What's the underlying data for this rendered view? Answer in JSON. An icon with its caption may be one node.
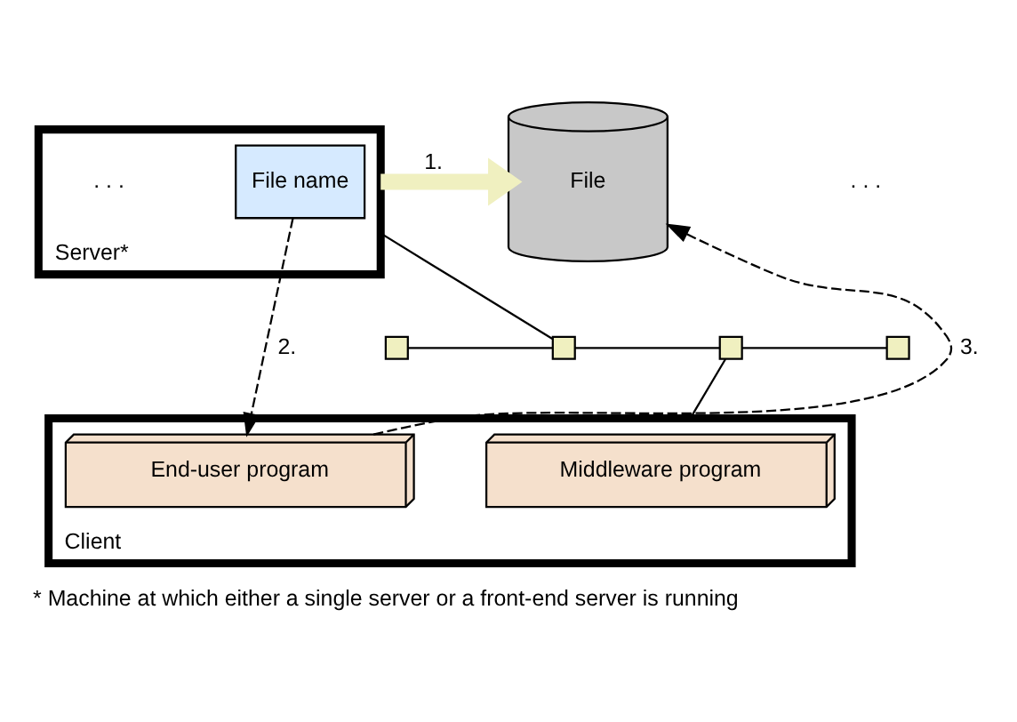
{
  "diagram": {
    "caption": "* Machine at which either a single server or a front-end server is running",
    "nodes": [
      {
        "text": [
          "Server*"
        ]
      },
      {
        "text": [
          "File name"
        ],
        "in": 0
      },
      {
        "text": [
          "File"
        ]
      },
      {
        "text": [
          "Client"
        ]
      },
      {
        "text": [
          "Middleware program"
        ],
        "in": 3
      },
      {
        "text": [
          "End-user program"
        ],
        "in": 3
      },
      {
        "text": [],
        "shape": "box"
      },
      {
        "text": [],
        "shape": "box"
      },
      {
        "text": [],
        "shape": "box"
      },
      {
        "text": [],
        "shape": "box"
      }
    ],
    "edges": [
      {
        "from": 0,
        "to": 2,
        "arrow": "to",
        "label": "1.",
        "style": "thick",
        "color": "#f0f0c0"
      },
      {
        "from": 1,
        "to": 5,
        "arrow": "to",
        "label": "2.",
        "style": "dashed"
      },
      {
        "from": 5,
        "to": 2,
        "arrow": "to",
        "label": "3.",
        "style": "dashed"
      },
      {
        "from": 6,
        "to": 7,
        "arrow": "none"
      },
      {
        "from": 7,
        "to": 8,
        "arrow": "none"
      },
      {
        "from": 8,
        "to": 9,
        "arrow": "none"
      },
      {
        "from": 0,
        "to": 7,
        "arrow": "none"
      },
      {
        "from": 3,
        "to": 8,
        "arrow": "none"
      }
    ],
    "labels": [
      ". . .",
      ". . ."
    ]
  }
}
